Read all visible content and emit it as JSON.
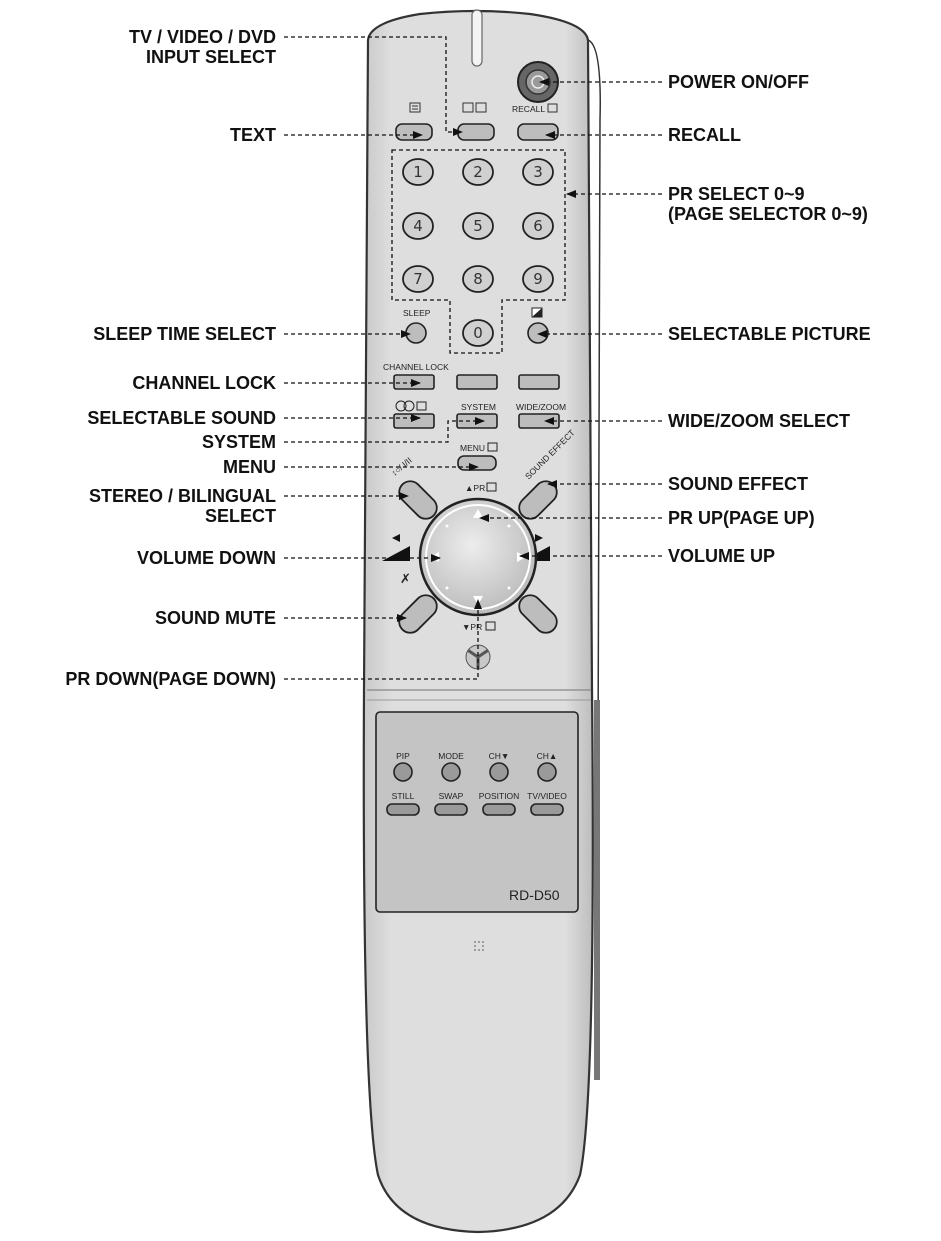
{
  "model": "RD-D50",
  "callouts_left": [
    {
      "id": "input-select",
      "lines": [
        "TV / VIDEO / DVD",
        "INPUT SELECT"
      ]
    },
    {
      "id": "text",
      "lines": [
        "TEXT"
      ]
    },
    {
      "id": "sleep",
      "lines": [
        "SLEEP TIME SELECT"
      ]
    },
    {
      "id": "channel-lock",
      "lines": [
        "CHANNEL LOCK"
      ]
    },
    {
      "id": "selectable-sound",
      "lines": [
        "SELECTABLE SOUND"
      ]
    },
    {
      "id": "system",
      "lines": [
        "SYSTEM"
      ]
    },
    {
      "id": "menu",
      "lines": [
        "MENU"
      ]
    },
    {
      "id": "stereo",
      "lines": [
        "STEREO / BILINGUAL",
        "SELECT"
      ]
    },
    {
      "id": "volume-down",
      "lines": [
        "VOLUME DOWN"
      ]
    },
    {
      "id": "mute",
      "lines": [
        "SOUND MUTE"
      ]
    },
    {
      "id": "pr-down",
      "lines": [
        "PR DOWN(PAGE DOWN)"
      ]
    }
  ],
  "callouts_right": [
    {
      "id": "power",
      "lines": [
        "POWER ON/OFF"
      ]
    },
    {
      "id": "recall",
      "lines": [
        "RECALL"
      ]
    },
    {
      "id": "pr-select",
      "lines": [
        "PR SELECT 0~9",
        "(PAGE SELECTOR 0~9)"
      ]
    },
    {
      "id": "picture",
      "lines": [
        "SELECTABLE PICTURE"
      ]
    },
    {
      "id": "wide-zoom",
      "lines": [
        "WIDE/ZOOM SELECT"
      ]
    },
    {
      "id": "sound-effect",
      "lines": [
        "SOUND EFFECT"
      ]
    },
    {
      "id": "pr-up",
      "lines": [
        "PR UP(PAGE UP)"
      ]
    },
    {
      "id": "volume-up",
      "lines": [
        "VOLUME UP"
      ]
    }
  ],
  "remote_labels": {
    "recall": "RECALL",
    "sleep": "SLEEP",
    "channel_lock": "CHANNEL LOCK",
    "system": "SYSTEM",
    "wide_zoom": "WIDE/ZOOM",
    "menu": "MENU",
    "sound_effect": "SOUND EFFECT",
    "pr_up": "▲PR",
    "pr_down": "▼PR"
  },
  "number_keys": [
    "1",
    "2",
    "3",
    "4",
    "5",
    "6",
    "7",
    "8",
    "9",
    "0"
  ],
  "lower_panel": {
    "row1": [
      "PIP",
      "MODE",
      "CH▼",
      "CH▲"
    ],
    "row2": [
      "STILL",
      "SWAP",
      "POSITION",
      "TV/VIDEO"
    ]
  },
  "colors": {
    "body": "#d9d9d9",
    "outline": "#555555",
    "button": "#bdbdbd",
    "dark_button": "#9a9a9a"
  }
}
